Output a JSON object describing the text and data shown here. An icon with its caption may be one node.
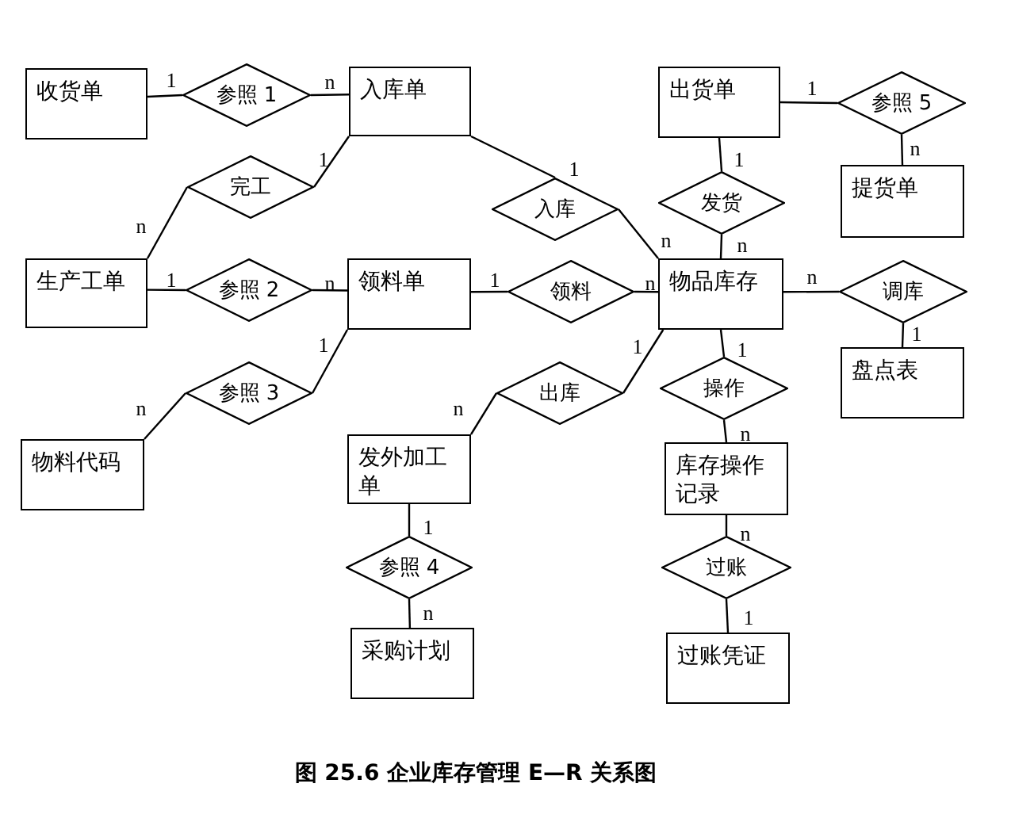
{
  "diagram": {
    "caption": "图 25.6 企业库存管理 E—R 关系图",
    "nodes": [
      {
        "text": [
          "收货单"
        ]
      },
      {
        "text": [
          "入库单"
        ]
      },
      {
        "text": [
          "出货单"
        ]
      },
      {
        "text": [
          "提货单"
        ]
      },
      {
        "text": [
          "生产工单"
        ]
      },
      {
        "text": [
          "领料单"
        ]
      },
      {
        "text": [
          "物品库存"
        ]
      },
      {
        "text": [
          "盘点表"
        ]
      },
      {
        "text": [
          "物料代码"
        ]
      },
      {
        "text": [
          "发外加工单"
        ]
      },
      {
        "text": [
          "库存操作记录"
        ]
      },
      {
        "text": [
          "采购计划"
        ]
      },
      {
        "text": [
          "过账凭证"
        ]
      },
      {
        "text": [
          "参照 1"
        ]
      },
      {
        "text": [
          "完工"
        ]
      },
      {
        "text": [
          "参照 2"
        ]
      },
      {
        "text": [
          "参照 3"
        ]
      },
      {
        "text": [
          "入库"
        ]
      },
      {
        "text": [
          "领料"
        ]
      },
      {
        "text": [
          "出库"
        ]
      },
      {
        "text": [
          "参照 4"
        ]
      },
      {
        "text": [
          "参照 5"
        ]
      },
      {
        "text": [
          "发货"
        ]
      },
      {
        "text": [
          "调库"
        ]
      },
      {
        "text": [
          "操作"
        ]
      },
      {
        "text": [
          "过账"
        ]
      }
    ],
    "edges": [
      {
        "from": 0,
        "to": 13,
        "arrow": "none",
        "label": "1"
      },
      {
        "from": 13,
        "to": 1,
        "arrow": "none",
        "label": "n"
      },
      {
        "from": 4,
        "to": 14,
        "arrow": "none",
        "label": "n"
      },
      {
        "from": 14,
        "to": 1,
        "arrow": "none",
        "label": "1"
      },
      {
        "from": 4,
        "to": 15,
        "arrow": "none",
        "label": "1"
      },
      {
        "from": 15,
        "to": 5,
        "arrow": "none",
        "label": "n"
      },
      {
        "from": 8,
        "to": 16,
        "arrow": "none",
        "label": "n"
      },
      {
        "from": 16,
        "to": 5,
        "arrow": "none",
        "label": "1"
      },
      {
        "from": 1,
        "to": 17,
        "arrow": "none",
        "label": "1"
      },
      {
        "from": 17,
        "to": 6,
        "arrow": "none",
        "label": "n"
      },
      {
        "from": 5,
        "to": 18,
        "arrow": "none",
        "label": "1"
      },
      {
        "from": 18,
        "to": 6,
        "arrow": "none",
        "label": "n"
      },
      {
        "from": 9,
        "to": 19,
        "arrow": "none",
        "label": "n"
      },
      {
        "from": 19,
        "to": 6,
        "arrow": "none",
        "label": "1"
      },
      {
        "from": 9,
        "to": 20,
        "arrow": "none",
        "label": "1"
      },
      {
        "from": 20,
        "to": 11,
        "arrow": "none",
        "label": "n"
      },
      {
        "from": 2,
        "to": 21,
        "arrow": "none",
        "label": "1"
      },
      {
        "from": 21,
        "to": 3,
        "arrow": "none",
        "label": "n"
      },
      {
        "from": 2,
        "to": 22,
        "arrow": "none",
        "label": "1"
      },
      {
        "from": 22,
        "to": 6,
        "arrow": "none",
        "label": "n"
      },
      {
        "from": 6,
        "to": 23,
        "arrow": "none",
        "label": "n"
      },
      {
        "from": 23,
        "to": 7,
        "arrow": "none",
        "label": "1"
      },
      {
        "from": 6,
        "to": 24,
        "arrow": "none",
        "label": "1"
      },
      {
        "from": 24,
        "to": 10,
        "arrow": "none",
        "label": "n"
      },
      {
        "from": 10,
        "to": 25,
        "arrow": "none",
        "label": "n"
      },
      {
        "from": 25,
        "to": 12,
        "arrow": "none",
        "label": "1"
      }
    ]
  }
}
